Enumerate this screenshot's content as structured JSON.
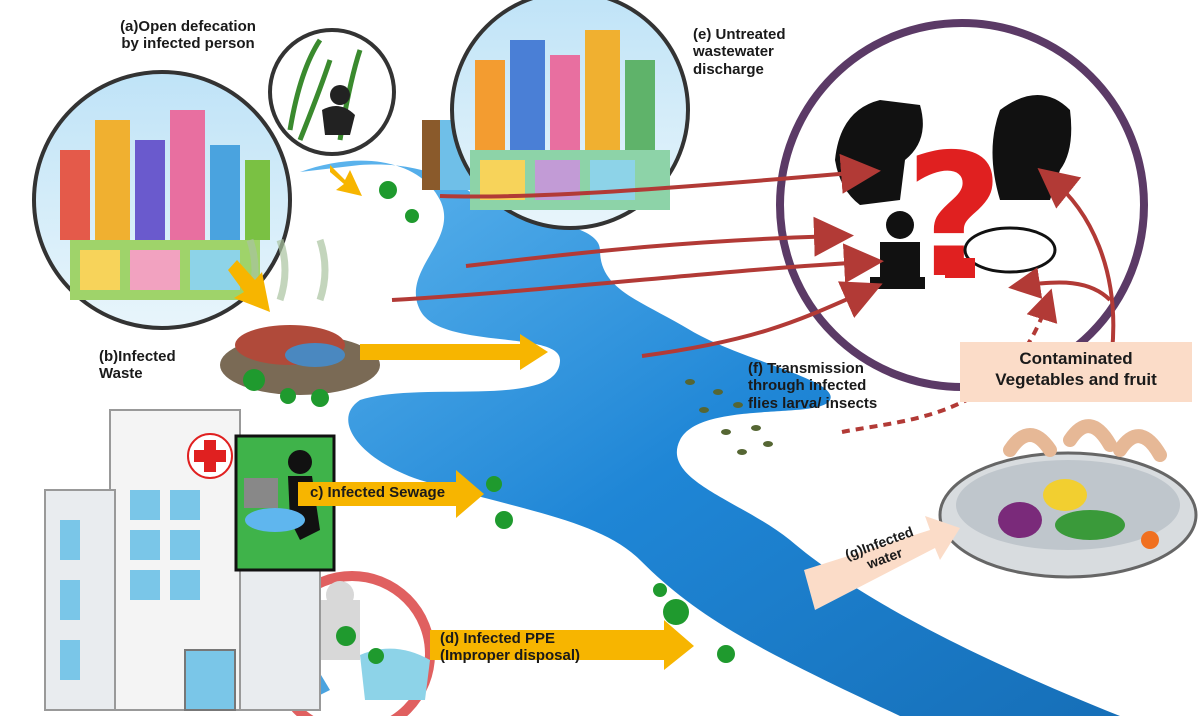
{
  "labels": {
    "a_line1": "(a)Open defecation",
    "a_line2": "by infected person",
    "b_line1": "(b)Infected",
    "b_line2": "Waste",
    "c": "c) Infected Sewage",
    "d_line1": "(d) Infected PPE",
    "d_line2": "(Improper disposal)",
    "e_line1": "(e) Untreated",
    "e_line2": "wastewater",
    "e_line3": "discharge",
    "f_line1": "(f) Transmission",
    "f_line2": "through infected",
    "f_line3": "flies larva/ insects",
    "g_line1": "(g)Infected",
    "g_line2": "water",
    "veg_line1": "Contaminated",
    "veg_line2": "Vegetables  and fruit"
  },
  "colors": {
    "river": "#1f86d6",
    "river_light": "#5fb6ee",
    "yellow_arrow": "#f7b500",
    "red_arrow": "#b23a36",
    "virus": "#1f9a2e",
    "circle_border": "#5b3a66",
    "ppe_circle": "#e06060",
    "label_box": "#fbdcc8",
    "hospital_cross": "#e02020"
  },
  "icons": [
    "question-mark-icon",
    "hospital-cross-icon",
    "virus-icon",
    "fly-icon",
    "water-drink-icon",
    "toilet-person-icon"
  ]
}
